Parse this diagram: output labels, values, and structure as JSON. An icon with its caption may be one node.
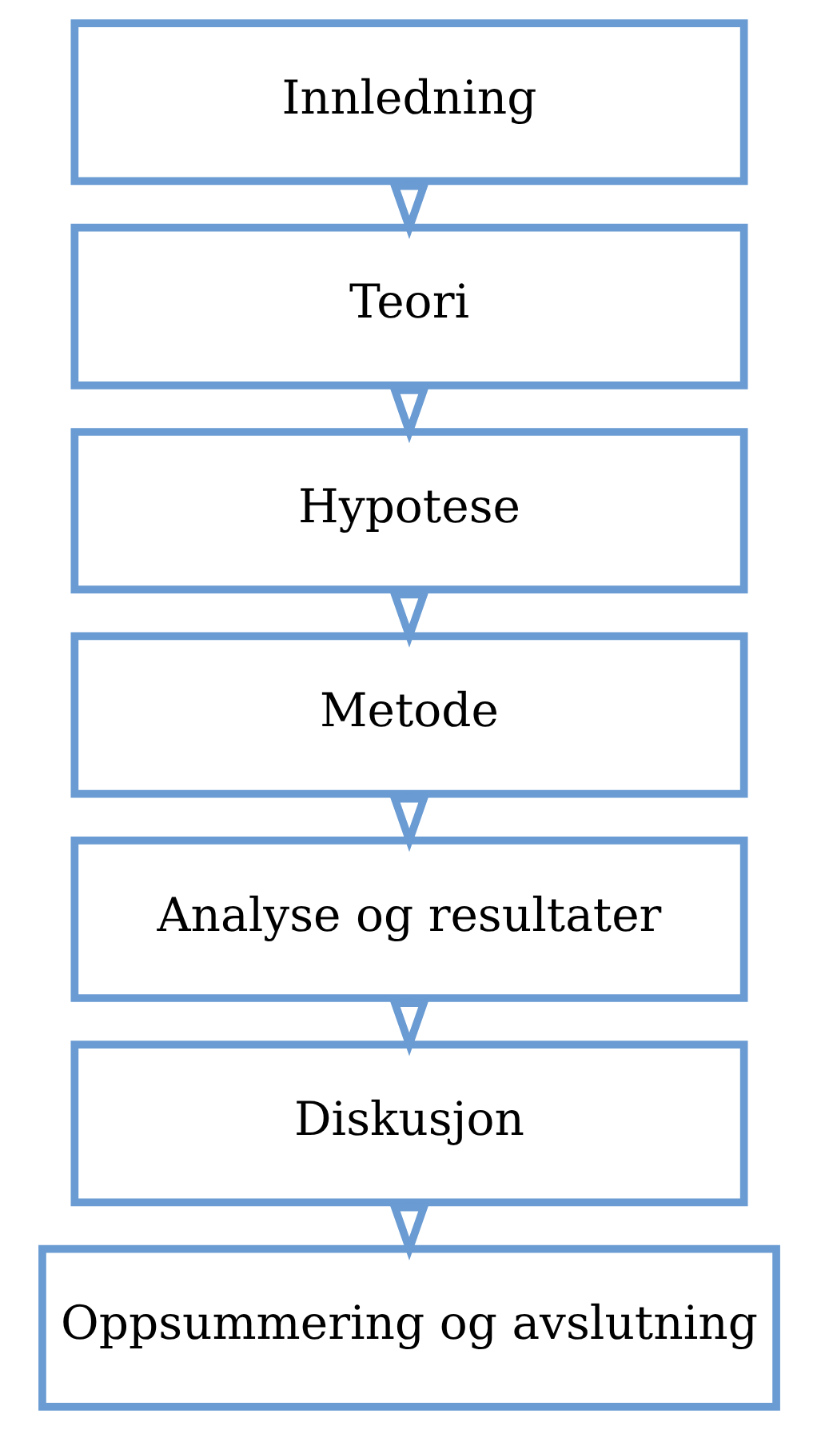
{
  "diagram": {
    "nodes": [
      {
        "text": [
          "Innledning"
        ]
      },
      {
        "text": [
          "Teori"
        ]
      },
      {
        "text": [
          "Hypotese"
        ]
      },
      {
        "text": [
          "Metode"
        ]
      },
      {
        "text": [
          "Analyse og resultater"
        ]
      },
      {
        "text": [
          "Diskusjon"
        ]
      },
      {
        "text": [
          "Oppsummering og avslutning"
        ]
      }
    ],
    "edges": [
      {
        "from": 0,
        "to": 1,
        "arrow": "to"
      },
      {
        "from": 1,
        "to": 2,
        "arrow": "to"
      },
      {
        "from": 2,
        "to": 3,
        "arrow": "to"
      },
      {
        "from": 3,
        "to": 4,
        "arrow": "to"
      },
      {
        "from": 4,
        "to": 5,
        "arrow": "to"
      },
      {
        "from": 5,
        "to": 6,
        "arrow": "to"
      }
    ]
  }
}
